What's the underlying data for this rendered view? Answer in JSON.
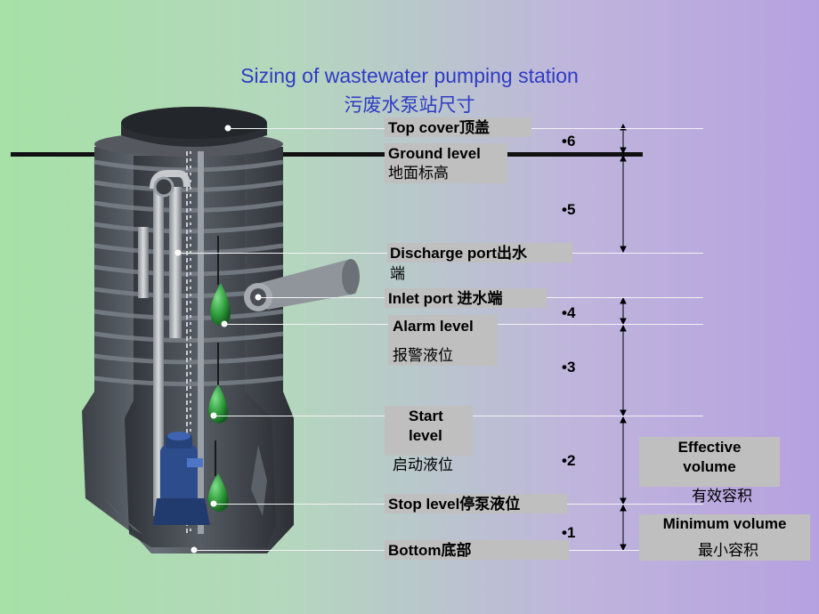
{
  "title": {
    "en": "Sizing of wastewater pumping station",
    "cn": "污废水泵站尺寸"
  },
  "labels": {
    "top_cover": "Top cover顶盖",
    "ground_level_en": "Ground level",
    "ground_level_cn": "地面标高",
    "discharge_port_en": "Discharge port出水",
    "discharge_port_cn": "端",
    "inlet_port": "Inlet port 进水端",
    "alarm_level_en": "Alarm level",
    "alarm_level_cn": "报警液位",
    "start_level_en1": "Start",
    "start_level_en2": "level",
    "start_level_cn": "启动液位",
    "stop_level": "Stop level停泵液位",
    "bottom": "Bottom底部"
  },
  "dimensions": [
    "•6",
    "•5",
    "•4",
    "•3",
    "•2",
    "•1"
  ],
  "volumes": {
    "effective_en1": "Effective",
    "effective_en2": "volume",
    "effective_cn": "有效容积",
    "minimum_en": "Minimum volume",
    "minimum_cn": "最小容积"
  },
  "colors": {
    "title": "#2f3bc4",
    "label_box": "#bfbfbf",
    "float": "#2e9a3a",
    "tank": "#4a4f55"
  }
}
